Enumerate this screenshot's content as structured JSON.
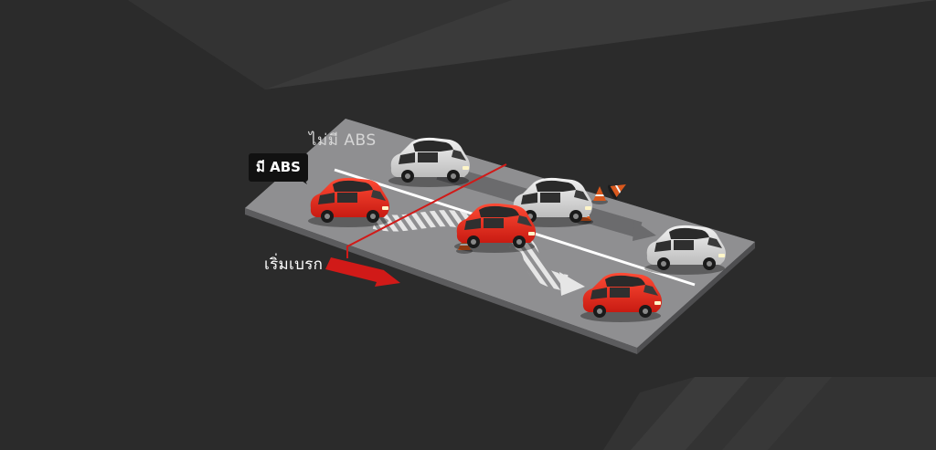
{
  "labels": {
    "without_abs": "ไม่มี ABS",
    "with_abs": "มี ABS",
    "start_braking": "เริ่มเบรก"
  },
  "colors": {
    "background": "#2b2b2b",
    "road": "#8f8f91",
    "red_car": "#e02a1c",
    "grey_car": "#dcdcdc",
    "brake_line": "#d11a18",
    "cone": "#d9581d"
  },
  "icons": {
    "car_with_abs": "red-hatchback-icon",
    "car_without_abs": "grey-hatchback-icon",
    "traffic_cone": "traffic-cone-icon",
    "brake_point_arrow": "red-arrow-icon"
  }
}
